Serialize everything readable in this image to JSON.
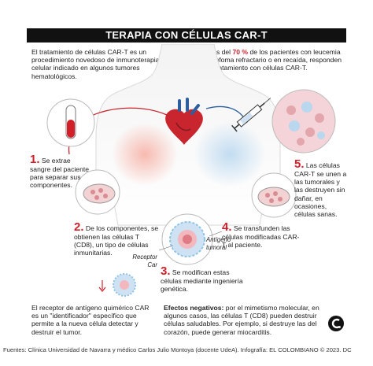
{
  "title": "TERAPIA CON CÉLULAS CAR-T",
  "intro_left": "El tratamiento de células CAR-T es un procedimiento novedoso de inmunoterapia celular indicado en algunos tumores hematológicos.",
  "intro_right": {
    "before": "Más del ",
    "highlight": "70 %",
    "after": " de los pacientes con leucemia y linfoma refractario o en recaída, responden al tratamiento con células CAR-T."
  },
  "steps": [
    {
      "number": "1.",
      "text": "Se extrae sangre del paciente para separar sus componentes."
    },
    {
      "number": "2.",
      "text": "De los componentes, se obtienen las células T (CD8), un tipo de células inmunitarias."
    },
    {
      "number": "3.",
      "text": "Se modifican estas células mediante ingeniería genética."
    },
    {
      "number": "4.",
      "text": "Se transfunden las células modificadas CAR-T al paciente."
    },
    {
      "number": "5.",
      "text": "Las células CAR-T se unen a las tumorales y las destruyen sin dañar, en ocasiones, células sanas."
    }
  ],
  "labels": {
    "receptor": "Receptor Car",
    "antigen": "Antígeno tumoral"
  },
  "car_note": "El receptor de antígeno quimérico CAR es un \"identificador\" específico que permite a la nueva célula detectar y destruir el tumor.",
  "negative": {
    "label": "Efectos negativos:",
    "text": " por el mimetismo molecular, en algunos casos, las células T (CD8) pueden destruir células saludables. Por ejemplo, si destruye las del corazón, puede generar miocarditis."
  },
  "sources": "Fuentes: Clínica Universidad de Navarra y médico Carlos Julio Montoya (docente UdeA). Infografía: EL COLOMBIANO © 2023. DC",
  "colors": {
    "accent": "#d1202a",
    "title_bg": "#111111",
    "cell_pink": "#f2b8bd",
    "cell_blue": "#8fc3e6"
  }
}
